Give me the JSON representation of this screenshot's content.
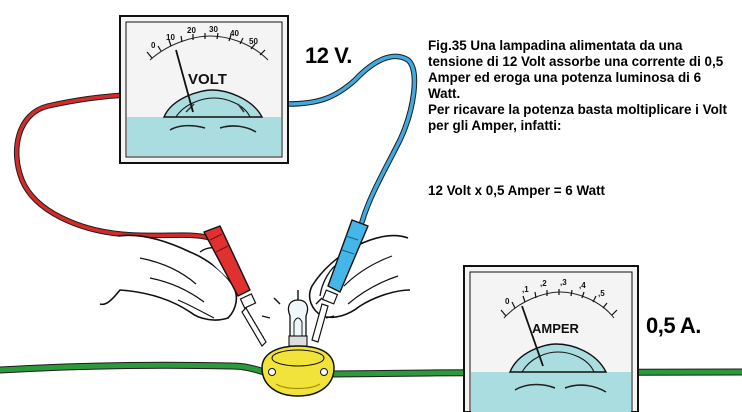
{
  "voltmeter": {
    "scale_ticks": [
      "0",
      "10",
      "20",
      "30",
      "40",
      "50"
    ],
    "unit_label": "VOLT",
    "reading_value": "12 V."
  },
  "ammeter": {
    "scale_ticks": [
      "0",
      ",1",
      ",2",
      ",3",
      ",4",
      ",5"
    ],
    "unit_label": "AMPER",
    "reading_value": "0,5 A."
  },
  "caption": {
    "line1": "Fig.35 Una lampadina alimentata da una tensione di 12 Volt assorbe una corrente di 0,5 Amper ed eroga una potenza luminosa di 6 Watt.",
    "line2": "Per ricavare la potenza basta moltiplicare i Volt per gli Amper, infatti:"
  },
  "equation": "12 Volt x 0,5 Amper = 6 Watt",
  "colors": {
    "negative_wire": "#d42a2a",
    "positive_wire": "#3fa9e0",
    "circuit_wire": "#2a9a3a",
    "meter_window": "#a9dde0",
    "bulb_base": "#f2e33a",
    "probe_red": "#e03030",
    "probe_blue": "#45b6ea"
  }
}
